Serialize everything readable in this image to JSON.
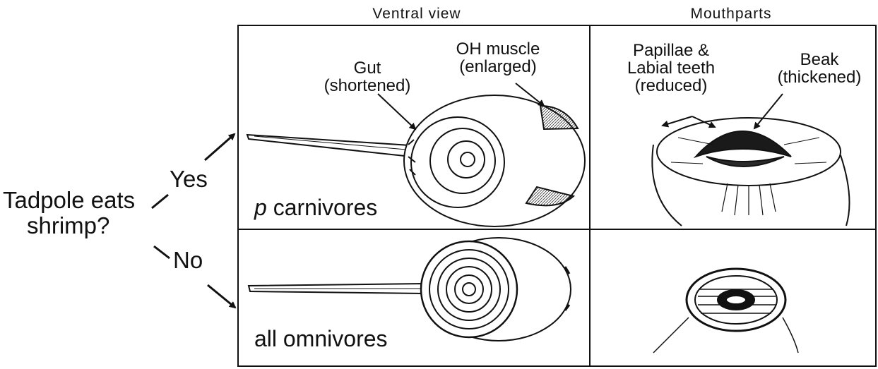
{
  "header": {
    "col1": "Ventral view",
    "col2": "Mouthparts"
  },
  "question": {
    "line1": "Tadpole eats",
    "line2": "shrimp?"
  },
  "branches": {
    "yes": "Yes",
    "no": "No"
  },
  "rows": {
    "top": "carnivores",
    "top_prefix": "p",
    "bottom": "all omnivores"
  },
  "labels": {
    "gut_1": "Gut",
    "gut_2": "(shortened)",
    "oh_1": "OH muscle",
    "oh_2": "(enlarged)",
    "pap_1": "Papillae &",
    "pap_2": "Labial teeth",
    "pap_3": "(reduced)",
    "beak_1": "Beak",
    "beak_2": "(thickened)"
  }
}
